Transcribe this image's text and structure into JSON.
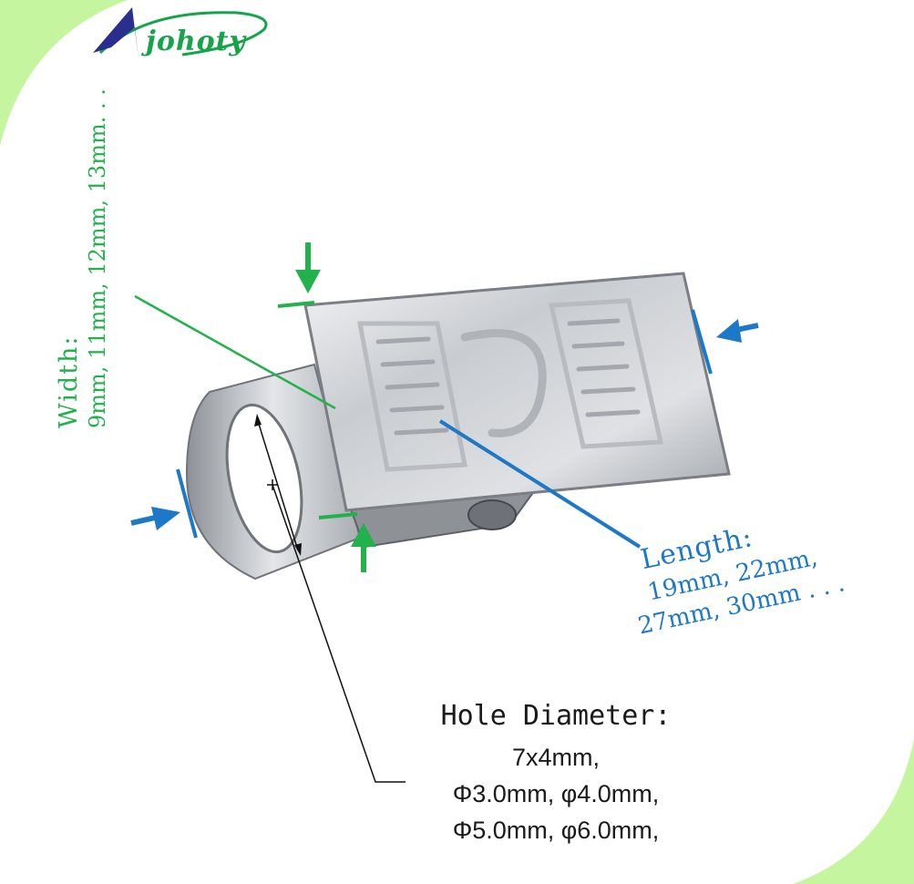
{
  "logo": {
    "text": "johoty"
  },
  "annotations": {
    "width": {
      "title": "Width:",
      "values": "9mm, 11mm, 12mm, 13mm. . ."
    },
    "length": {
      "title": "Length:",
      "line1": "19mm, 22mm,",
      "line2": "27mm, 30mm  . . ."
    },
    "hole_diameter": {
      "title": "Hole Diameter:",
      "lines": [
        "7x4mm,",
        "Φ3.0mm, φ4.0mm,",
        "Φ5.0mm, φ6.0mm,"
      ]
    }
  },
  "colors": {
    "corner_green": "#c6f5a0",
    "brand_navy": "#2a2f8f",
    "brand_green": "#17a34a",
    "width_green": "#22b24c",
    "length_blue": "#1d78c8",
    "metal": "#c9ccd0"
  }
}
